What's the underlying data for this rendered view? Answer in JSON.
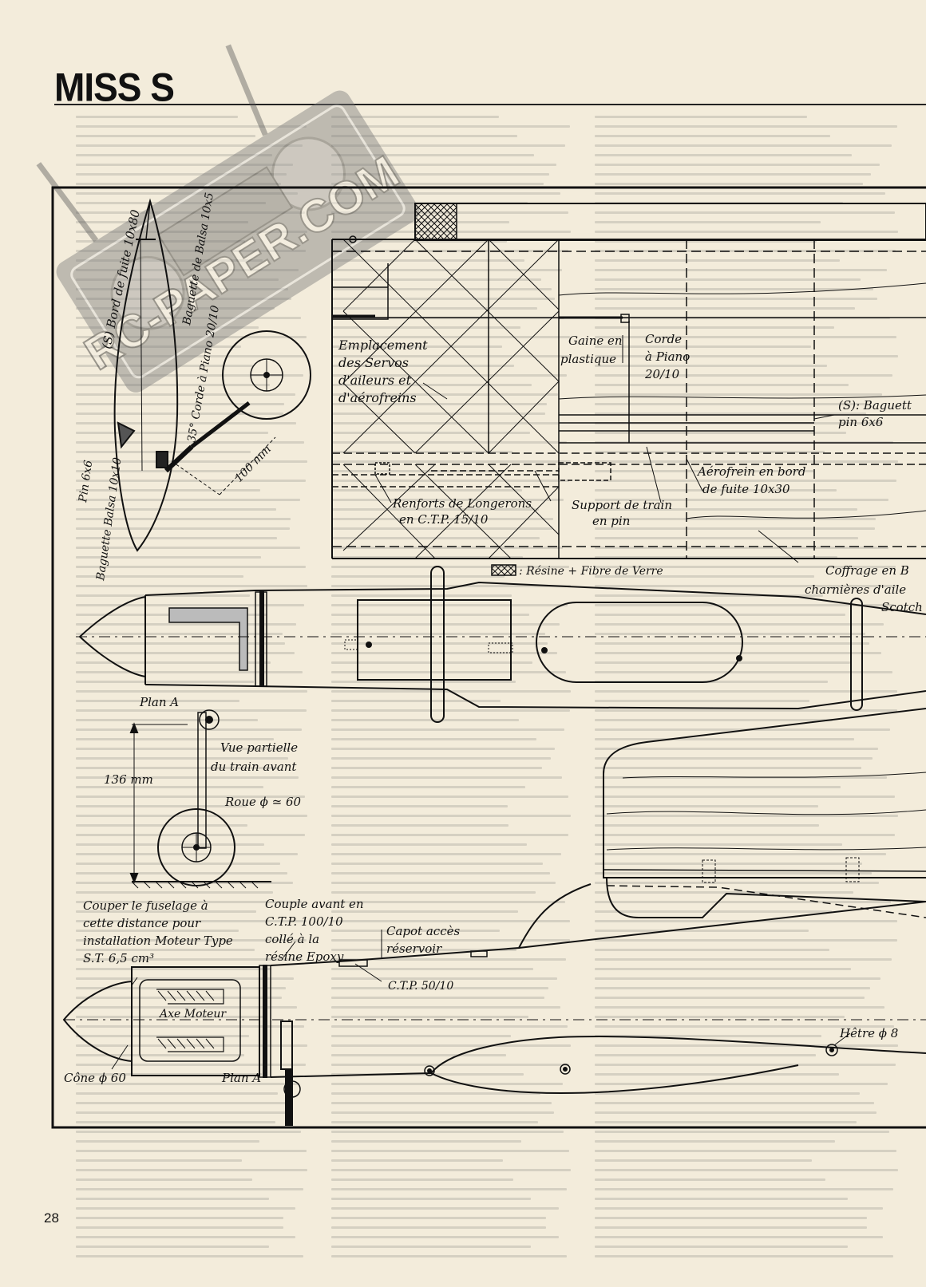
{
  "page": {
    "title": "MISS S",
    "page_number": "28",
    "watermark": "RC-PAPER.COM"
  },
  "plan": {
    "labels": {
      "bord_de_fuite": "(S) Bord de fuite 10x80",
      "baguette_balsa_10x5": "Baguette de Balsa 10x5",
      "corde_piano": "35° Corde à Piano 20/10",
      "pin_6x6": "Pin 6x6",
      "baguette_balsa_10x10": "Baguette Balsa 10x10",
      "dim_100": "100 mm",
      "servos_1": "Emplacement",
      "servos_2": "des Servos",
      "servos_3": "d'aileurs et",
      "servos_4": "d'aérofreins",
      "gaine_1": "Gaine en",
      "gaine_2": "plastique",
      "corde_1": "Corde",
      "corde_2": "à Piano",
      "corde_3": "20/10",
      "s_baguette_1": "(S): Baguett",
      "s_baguette_2": "pin 6x6",
      "aerofrein_1": "Aérofrein en bord",
      "aerofrein_2": "de fuite 10x30",
      "renforts_1": "Renforts de Longerons",
      "renforts_2": "en C.T.P. 15/10",
      "support_1": "Support de train",
      "support_2": "en pin",
      "resine_legend": ": Résine + Fibre de Verre",
      "coffrage_1": "Coffrage en B",
      "coffrage_2": "charnières d'aile",
      "coffrage_3": "Scotch",
      "plan_a_top": "Plan A",
      "vue_1": "Vue partielle",
      "vue_2": "du train avant",
      "dim_136": "136 mm",
      "roue": "Roue ϕ ≃ 60",
      "couper_1": "Couper le fuselage à",
      "couper_2": "cette distance pour",
      "couper_3": "installation Moteur Type",
      "couper_4": "S.T. 6,5 cm³",
      "couple_1": "Couple avant en",
      "couple_2": "C.T.P. 100/10",
      "couple_3": "collé à la",
      "couple_4": "résine Epoxy",
      "capot_1": "Capot accès",
      "capot_2": "réservoir",
      "ctp_50": "C.T.P. 50/10",
      "axe_moteur": "Axe Moteur",
      "hetre": "Hêtre ϕ 8",
      "cone": "Cône ϕ 60",
      "plan_a_bottom": "Plan A"
    }
  }
}
